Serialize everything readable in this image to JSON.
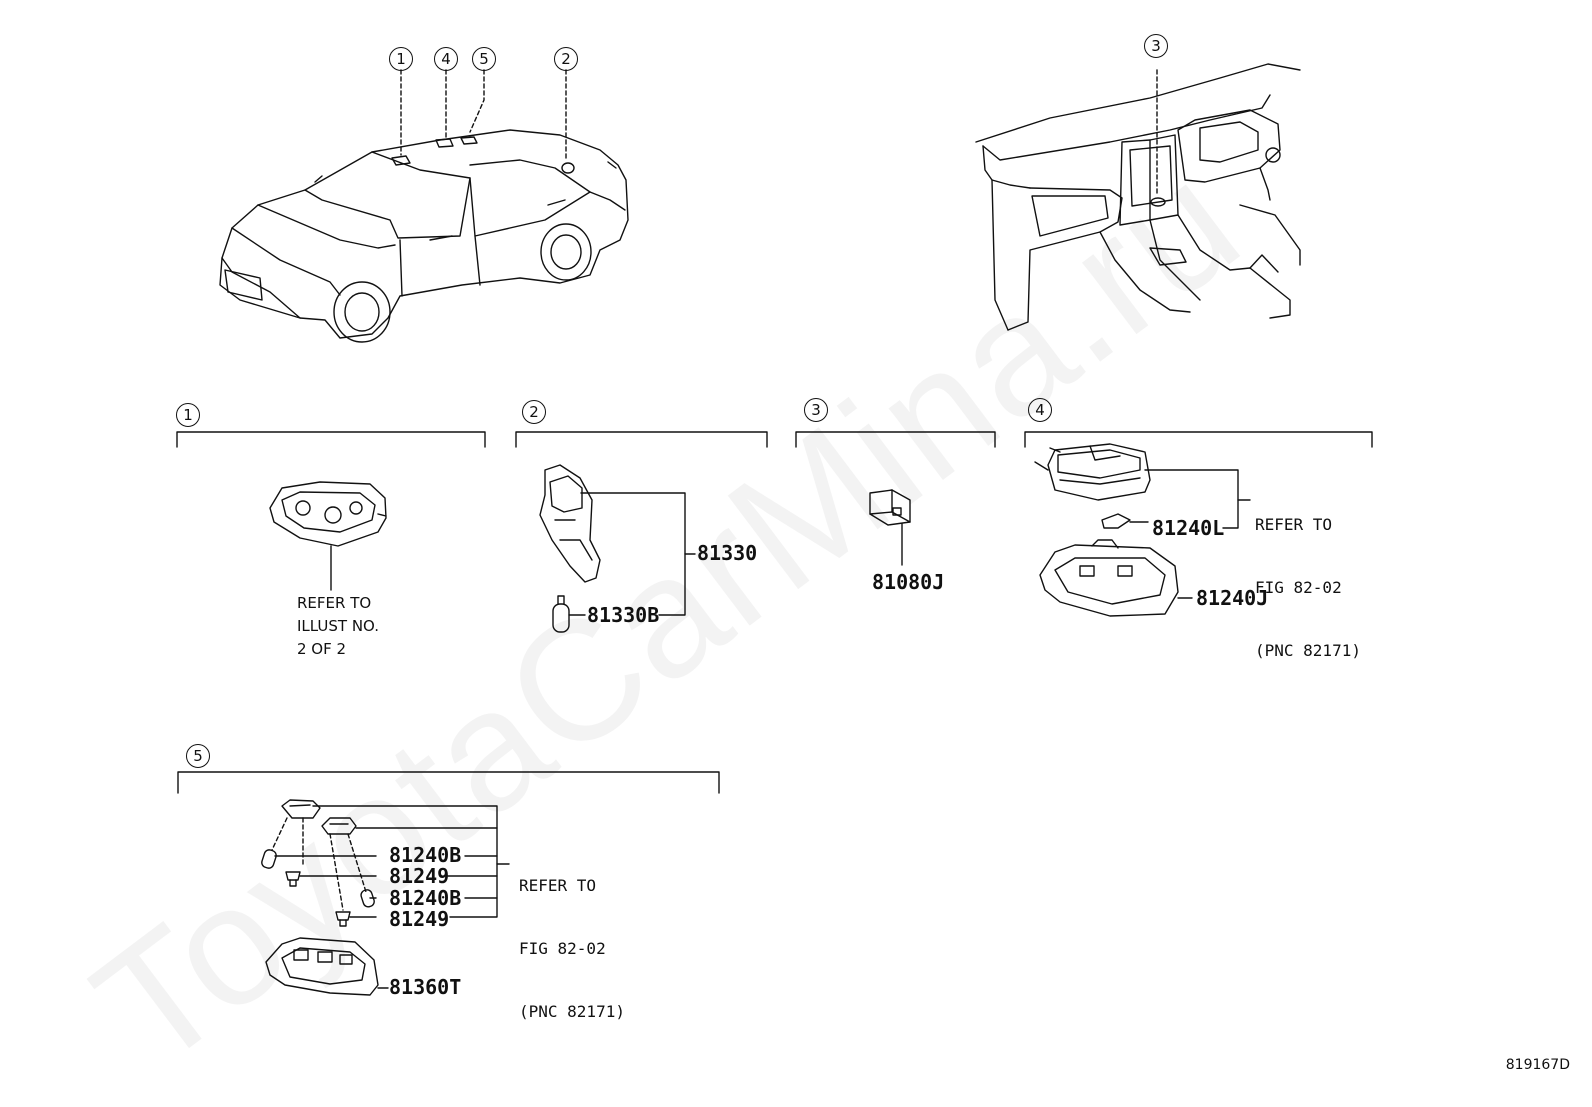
{
  "callouts": {
    "c1": "1",
    "c2": "2",
    "c3": "3",
    "c4": "4",
    "c5": "5"
  },
  "group1": {
    "label": "1",
    "refer": [
      "REFER TO",
      "ILLUST NO.",
      "2 OF 2"
    ]
  },
  "group2": {
    "label": "2",
    "parts": {
      "lamp": "81330",
      "bulb": "81330B"
    }
  },
  "group3": {
    "label": "3",
    "parts": {
      "lamp": "81080J"
    }
  },
  "group4": {
    "label": "4",
    "parts": {
      "bulb": "81240L",
      "lamp": "81240J"
    },
    "refer": [
      "REFER TO",
      "FIG 82-02",
      "(PNC 82171)"
    ]
  },
  "group5": {
    "label": "5",
    "parts": {
      "bulb_a": "81240B",
      "socket_a": "81249",
      "bulb_b": "81240B",
      "socket_b": "81249",
      "lamp": "81360T"
    },
    "refer": [
      "REFER TO",
      "FIG 82-02",
      "(PNC 82171)"
    ]
  },
  "figure_number": "819167D",
  "watermark": "ToyotaCarMina.ru"
}
